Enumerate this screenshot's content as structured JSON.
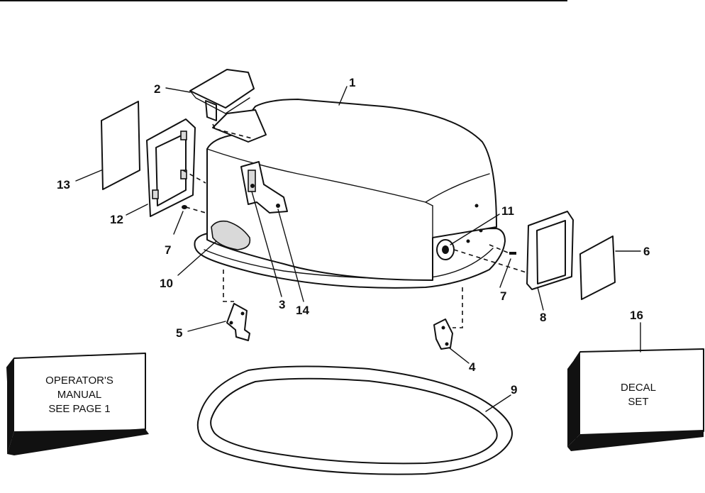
{
  "callouts": {
    "c1": "1",
    "c2": "2",
    "c3": "3",
    "c4": "4",
    "c5": "5",
    "c6": "6",
    "c7a": "7",
    "c7b": "7",
    "c8": "8",
    "c9": "9",
    "c10": "10",
    "c11": "11",
    "c12": "12",
    "c13": "13",
    "c14": "14",
    "c16": "16"
  },
  "boxes": {
    "operators_manual": [
      "OPERATOR'S",
      "MANUAL",
      "SEE PAGE 1"
    ],
    "decal_set": [
      "DECAL",
      "SET"
    ]
  }
}
